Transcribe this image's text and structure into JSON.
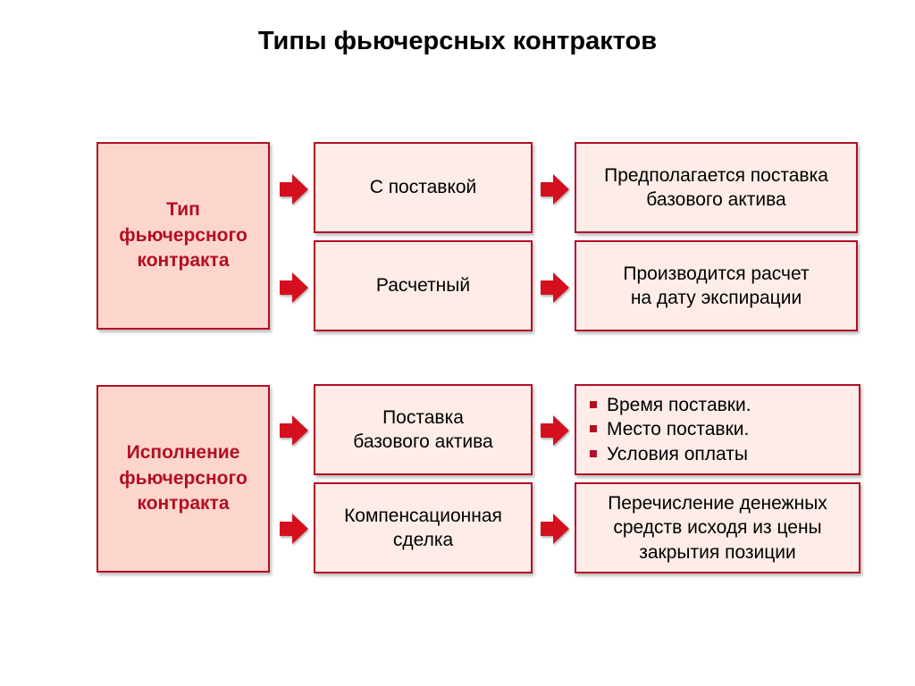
{
  "title": "Типы фьючерсных контрактов",
  "colors": {
    "border": "#b30f24",
    "category_fill": "#fcd6cc",
    "box_fill": "#fdece7",
    "category_text": "#b30f24",
    "arrow": "#d4101f"
  },
  "groups": [
    {
      "category": "Тип\nфьючерсного\nконтракта",
      "rows": [
        {
          "type": "С поставкой",
          "description": "Предполагается поставка\nбазового актива"
        },
        {
          "type": "Расчетный",
          "description": "Производится расчет\nна дату экспирации"
        }
      ]
    },
    {
      "category": "Исполнение\nфьючерсного\nконтракта",
      "rows": [
        {
          "type": "Поставка\nбазового актива",
          "bullets": [
            "Время поставки.",
            "Место поставки.",
            "Условия оплаты"
          ]
        },
        {
          "type": "Компенсационная\nсделка",
          "description": "Перечисление денежных\nсредств исходя из цены\nзакрытия позиции"
        }
      ]
    }
  ]
}
